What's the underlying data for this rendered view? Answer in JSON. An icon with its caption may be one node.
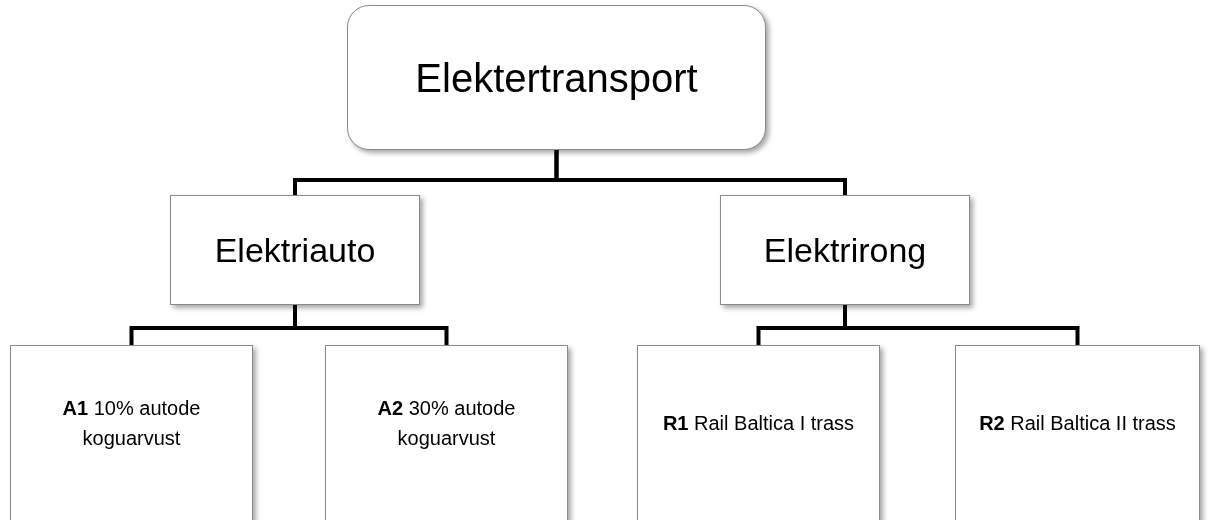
{
  "diagram": {
    "nodes": [
      {
        "text": [
          "Elektertransport"
        ]
      },
      {
        "text": [
          "Elektriauto"
        ]
      },
      {
        "text": [
          "Elektrirong"
        ]
      },
      {
        "text": [
          "**A1** 10% autode koguarvust"
        ]
      },
      {
        "text": [
          "**A2** 30% autode koguarvust"
        ]
      },
      {
        "text": [
          "**R1** Rail Baltica I trass"
        ]
      },
      {
        "text": [
          "**R2** Rail Baltica II trass"
        ]
      }
    ],
    "edges": [
      {
        "from": 0,
        "to": 1,
        "arrow": "none"
      },
      {
        "from": 0,
        "to": 2,
        "arrow": "none"
      },
      {
        "from": 1,
        "to": 3,
        "arrow": "none"
      },
      {
        "from": 1,
        "to": 4,
        "arrow": "none"
      },
      {
        "from": 2,
        "to": 5,
        "arrow": "none"
      },
      {
        "from": 2,
        "to": 6,
        "arrow": "none"
      }
    ]
  }
}
